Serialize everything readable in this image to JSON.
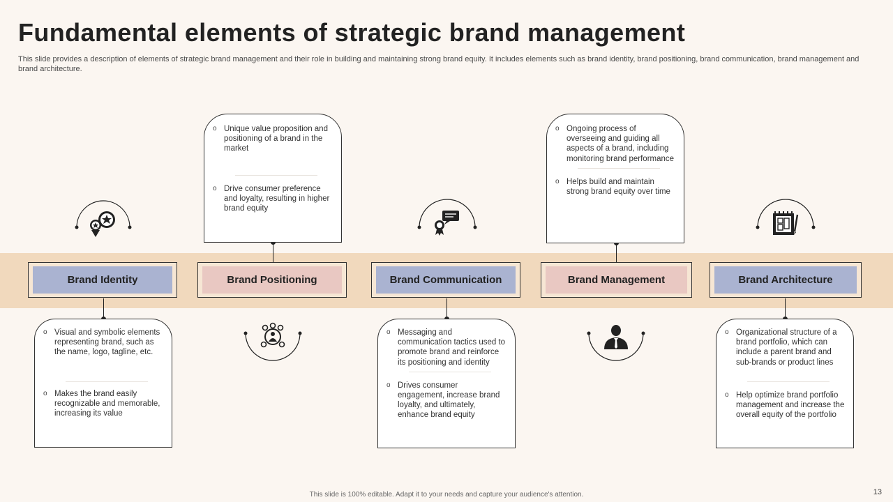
{
  "header": {
    "title": "Fundamental elements of strategic brand management",
    "subtitle": "This slide provides a description of elements of strategic brand management and their role in building and maintaining strong brand equity. It includes elements such as brand identity, brand positioning, brand communication, brand management and brand architecture."
  },
  "elements": [
    {
      "label": "Brand Identity",
      "icon": "star-badge-icon",
      "points": [
        "Visual and symbolic elements representing brand, such as the name, logo, tagline, etc.",
        "Makes the brand easily recognizable and memorable, increasing its value"
      ]
    },
    {
      "label": "Brand Positioning",
      "icon": "target-audience-icon",
      "points": [
        "Unique value proposition and positioning of a brand in the market",
        "Drive consumer preference and loyalty,  resulting in higher brand equity"
      ]
    },
    {
      "label": "Brand Communication",
      "icon": "award-message-icon",
      "points": [
        "Messaging and communication tactics used to promote brand and reinforce its positioning and identity",
        "Drives consumer engagement, increase brand loyalty,  and ultimately, enhance brand equity"
      ]
    },
    {
      "label": "Brand Management",
      "icon": "businessman-icon",
      "points": [
        "Ongoing process of overseeing and guiding all aspects of a brand, including monitoring brand performance",
        "Helps build and maintain strong brand equity over time"
      ]
    },
    {
      "label": "Brand Architecture",
      "icon": "blueprint-planner-icon",
      "points": [
        "Organizational structure of a brand portfolio, which can include a parent brand and sub-brands or product lines",
        "Help optimize brand portfolio management and increase the overall equity of the portfolio"
      ]
    }
  ],
  "footer": {
    "note": "This slide is 100% editable.  Adapt it to your needs and capture your audience's attention.",
    "page_number": "13"
  },
  "colors": {
    "band": "#f1d9bd",
    "label_blue": "#aab3d1",
    "label_pink": "#e9c8c2",
    "background": "#fbf6f1"
  }
}
